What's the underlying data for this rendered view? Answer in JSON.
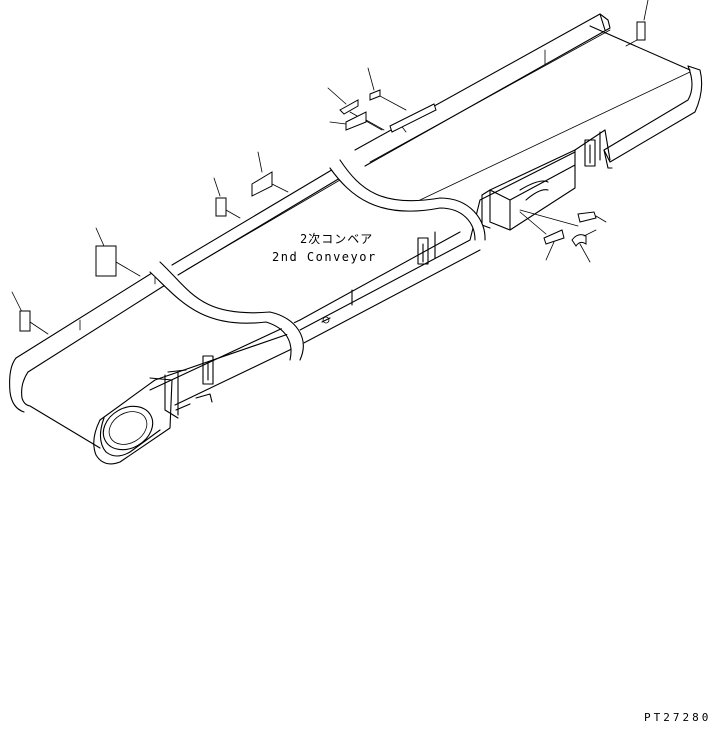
{
  "diagram": {
    "label_jp": "2次コンベア",
    "label_en": "2nd Conveyor",
    "drawing_number": "PT27280"
  }
}
